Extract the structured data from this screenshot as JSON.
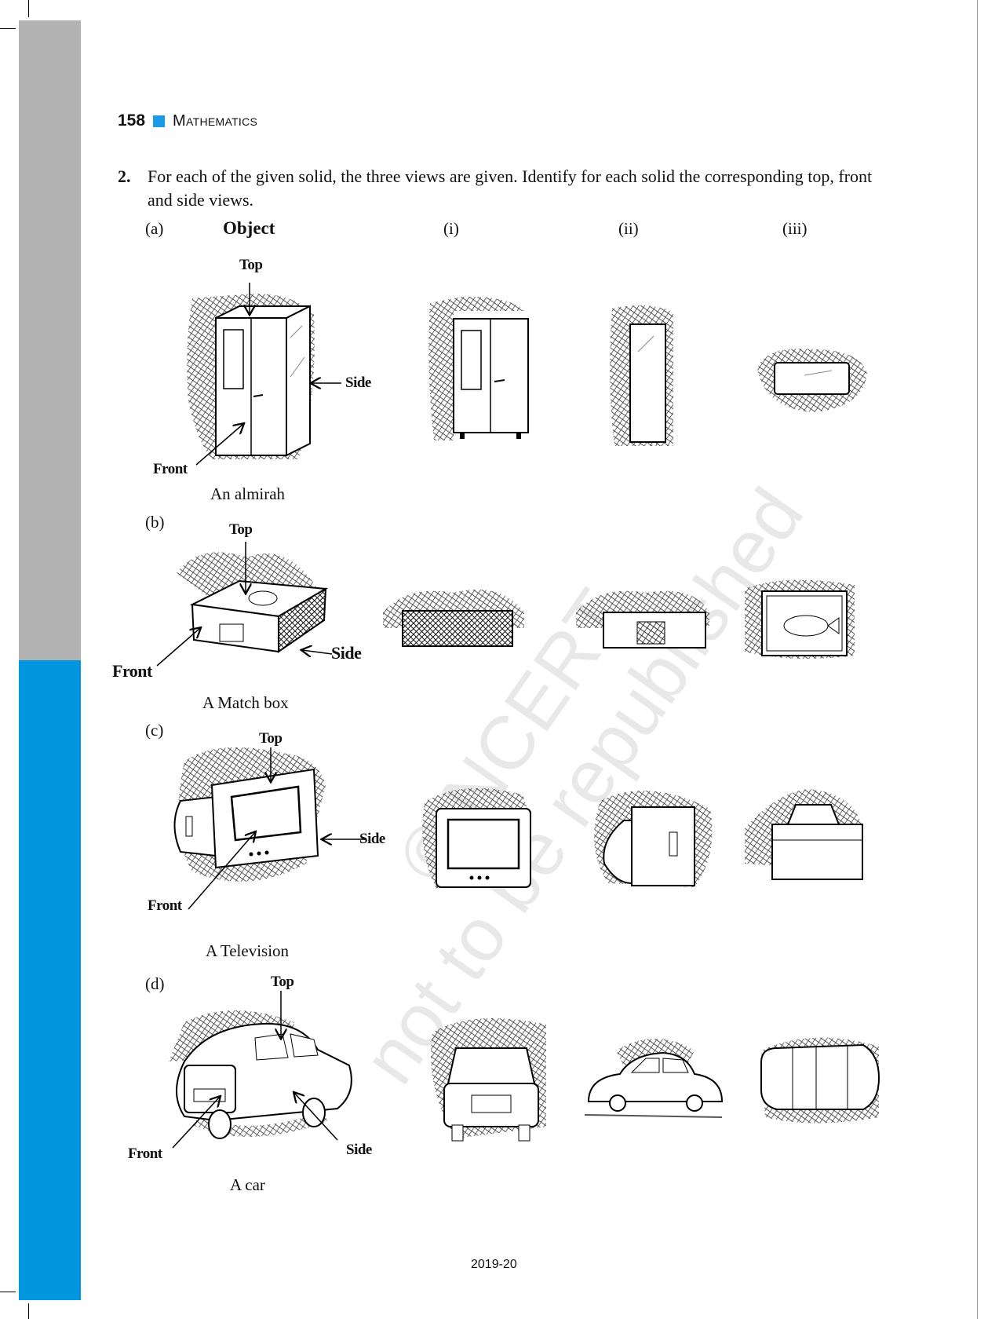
{
  "header": {
    "page_number": "158",
    "book_title": "Mathematics"
  },
  "question": {
    "number": "2.",
    "text": "For each of the given solid, the three views are given. Identify for each solid the corresponding top, front and side views."
  },
  "column_headers": {
    "object": "Object",
    "view1": "(i)",
    "view2": "(ii)",
    "view3": "(iii)"
  },
  "parts": [
    {
      "label": "(a)",
      "caption": "An almirah",
      "top": "Top",
      "side": "Side",
      "front": "Front"
    },
    {
      "label": "(b)",
      "caption": "A Match box",
      "top": "Top",
      "side": "Side",
      "front": "Front"
    },
    {
      "label": "(c)",
      "caption": "A Television",
      "top": "Top",
      "side": "Side",
      "front": "Front"
    },
    {
      "label": "(d)",
      "caption": "A  car",
      "top": "Top",
      "side": "Side",
      "front": "Front"
    }
  ],
  "watermark": {
    "line1": "© NCERT",
    "line2": "not to be republished"
  },
  "footer": {
    "year": "2019-20"
  },
  "colors": {
    "sidebar_gray": "#b3b3b3",
    "sidebar_blue": "#0096e0",
    "accent_square": "#1a9be6"
  }
}
